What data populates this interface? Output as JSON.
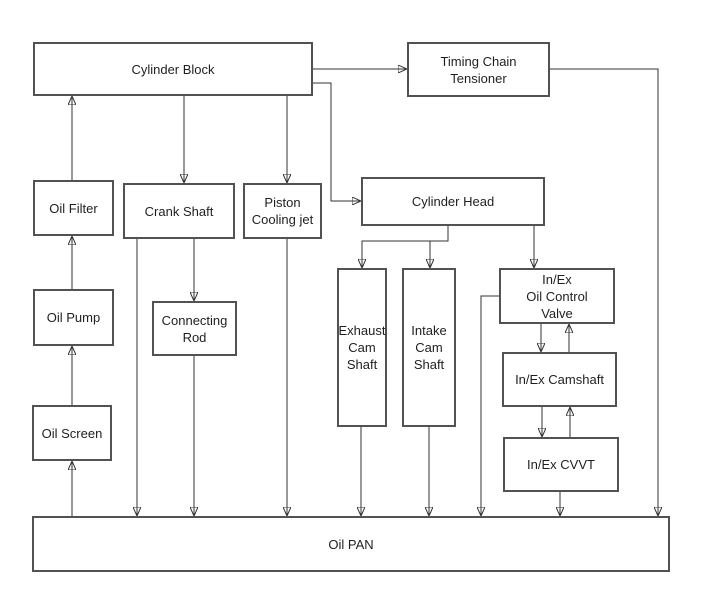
{
  "diagram": {
    "type": "flowchart",
    "subject": "engine-oil-lubrication-flow",
    "colors": {
      "background": "#ffffff",
      "box_border": "#525252",
      "line": "#333333",
      "arrowhead": "#111111",
      "text": "#1f1f1f"
    },
    "nodes": {
      "cylinder_block": {
        "label": "Cylinder Block"
      },
      "timing_chain_tensioner": {
        "label": "Timing Chain\nTensioner"
      },
      "oil_filter": {
        "label": "Oil Filter"
      },
      "crank_shaft": {
        "label": "Crank Shaft"
      },
      "piston_cooling_jet": {
        "label": "Piston\nCooling jet"
      },
      "cylinder_head": {
        "label": "Cylinder Head"
      },
      "oil_pump": {
        "label": "Oil Pump"
      },
      "connecting_rod": {
        "label": "Connecting\nRod"
      },
      "exhaust_cam_shaft": {
        "label": "Exhaust\nCam\nShaft"
      },
      "intake_cam_shaft": {
        "label": "Intake\nCam\nShaft"
      },
      "inex_oil_control_valve": {
        "label": "In/Ex\nOil Control\nValve"
      },
      "inex_camshaft": {
        "label": "In/Ex Camshaft"
      },
      "inex_cvvt": {
        "label": "In/Ex CVVT"
      },
      "oil_screen": {
        "label": "Oil Screen"
      },
      "oil_pan": {
        "label": "Oil PAN"
      }
    },
    "edges": [
      {
        "from": "oil_pan",
        "to": "oil_screen"
      },
      {
        "from": "oil_screen",
        "to": "oil_pump"
      },
      {
        "from": "oil_pump",
        "to": "oil_filter"
      },
      {
        "from": "oil_filter",
        "to": "cylinder_block"
      },
      {
        "from": "cylinder_block",
        "to": "crank_shaft"
      },
      {
        "from": "cylinder_block",
        "to": "piston_cooling_jet"
      },
      {
        "from": "cylinder_block",
        "to": "timing_chain_tensioner"
      },
      {
        "from": "cylinder_block",
        "to": "cylinder_head"
      },
      {
        "from": "timing_chain_tensioner",
        "to": "oil_pan"
      },
      {
        "from": "crank_shaft",
        "to": "connecting_rod"
      },
      {
        "from": "crank_shaft",
        "to": "oil_pan"
      },
      {
        "from": "connecting_rod",
        "to": "oil_pan"
      },
      {
        "from": "piston_cooling_jet",
        "to": "oil_pan"
      },
      {
        "from": "cylinder_head",
        "to": "exhaust_cam_shaft"
      },
      {
        "from": "cylinder_head",
        "to": "intake_cam_shaft"
      },
      {
        "from": "cylinder_head",
        "to": "inex_oil_control_valve"
      },
      {
        "from": "exhaust_cam_shaft",
        "to": "oil_pan"
      },
      {
        "from": "intake_cam_shaft",
        "to": "oil_pan"
      },
      {
        "from": "inex_oil_control_valve",
        "to": "oil_pan"
      },
      {
        "from": "inex_oil_control_valve",
        "to": "inex_camshaft"
      },
      {
        "from": "inex_camshaft",
        "to": "inex_oil_control_valve"
      },
      {
        "from": "inex_camshaft",
        "to": "inex_cvvt"
      },
      {
        "from": "inex_cvvt",
        "to": "inex_camshaft"
      },
      {
        "from": "inex_cvvt",
        "to": "oil_pan"
      }
    ]
  }
}
